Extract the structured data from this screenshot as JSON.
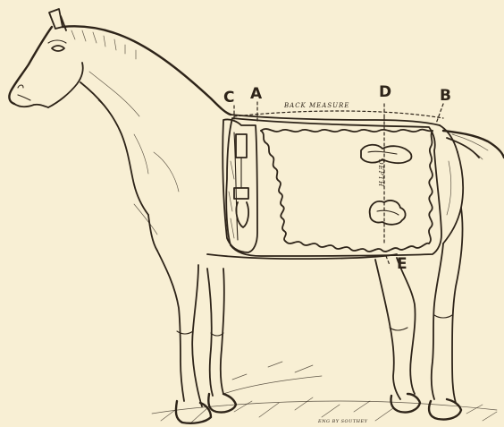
{
  "labels": {
    "c": "C",
    "a": "A",
    "d": "D",
    "b": "B",
    "e": "E",
    "back_measure": "BACK MEASURE",
    "depth": "DEPTH",
    "engraver": "ENG BY SOUTHEY"
  },
  "colors": {
    "paper": "#f8efd4",
    "ink": "#2e2419"
  }
}
